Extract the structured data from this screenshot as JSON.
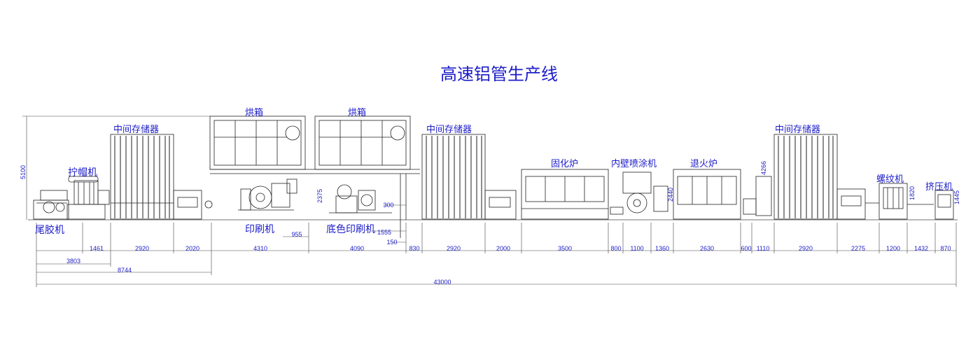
{
  "title": "高速铝管生产线",
  "labels": {
    "tail_glue": "尾胶机",
    "capper": "拧帽机",
    "buffer_1": "中间存储器",
    "oven_1": "烘箱",
    "oven_2": "烘箱",
    "printer": "印刷机",
    "base_coat_printer": "底色印刷机",
    "buffer_2": "中间存储器",
    "curing_oven": "固化炉",
    "inner_spray": "内壁喷涂机",
    "annealing_oven": "退火炉",
    "buffer_3": "中间存储器",
    "threading": "螺纹机",
    "extruder": "挤压机"
  },
  "dimensions": {
    "d1461": "1461",
    "d2920a": "2920",
    "d2020": "2020",
    "d4310": "4310",
    "d4090": "4090",
    "d830": "830",
    "d2920b": "2920",
    "d2000": "2000",
    "d3500": "3500",
    "d800": "800",
    "d1100a": "1100",
    "d1360": "1360",
    "d2630": "2630",
    "d600": "600",
    "d1110": "1110",
    "d2920c": "2920",
    "d2275": "2275",
    "d1200": "1200",
    "d1432": "1432",
    "d870": "870",
    "d3803": "3803",
    "d8744": "8744",
    "d43000": "43000",
    "d955": "955",
    "d1555": "1555",
    "d150": "150",
    "d300": "300"
  },
  "heights": {
    "h5100": "5100",
    "h2375": "2375",
    "h4266": "4266",
    "h2440": "2440",
    "h1820": "1820",
    "h1445": "1445"
  },
  "colors": {
    "line": "#1a1a1a",
    "dimension": "#1c1cc8",
    "background": "#ffffff"
  }
}
